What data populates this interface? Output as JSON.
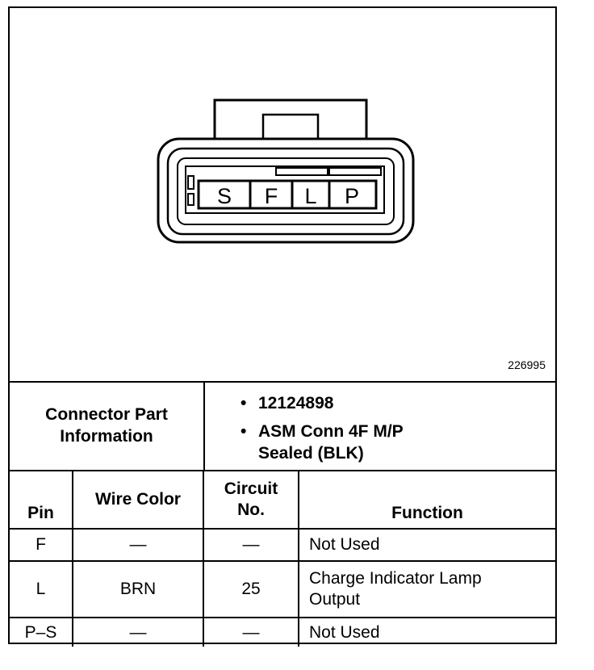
{
  "connector": {
    "pins": [
      "S",
      "F",
      "L",
      "P"
    ],
    "figure_number": "226995"
  },
  "info": {
    "label_line1": "Connector Part",
    "label_line2": "Information",
    "bullet": "•",
    "part_number": "12124898",
    "description_line1": "ASM Conn 4F M/P",
    "description_line2": "Sealed (BLK)"
  },
  "table": {
    "headers": {
      "pin": "Pin",
      "wire_color": "Wire Color",
      "circuit_line1": "Circuit",
      "circuit_line2": "No.",
      "function": "Function"
    },
    "rows": [
      {
        "pin": "F",
        "wire_color": "—",
        "circuit": "—",
        "function_line1": "Not Used",
        "function_line2": ""
      },
      {
        "pin": "L",
        "wire_color": "BRN",
        "circuit": "25",
        "function_line1": "Charge Indicator Lamp",
        "function_line2": "Output"
      },
      {
        "pin": "P–S",
        "wire_color": "—",
        "circuit": "—",
        "function_line1": "Not Used",
        "function_line2": ""
      }
    ]
  }
}
